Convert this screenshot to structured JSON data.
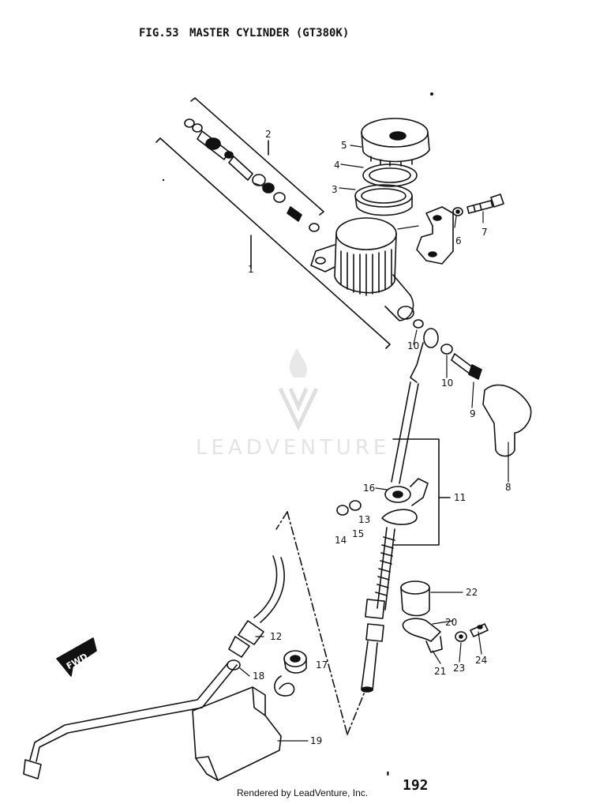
{
  "figure": {
    "number": "FIG.53",
    "title": "MASTER CYLINDER (GT380K)"
  },
  "watermark": {
    "text": "LEADVENTURE",
    "icon": "flame-v-logo-icon"
  },
  "direction_badge": "FWD",
  "callouts": {
    "c1": "1",
    "c2": "2",
    "c3": "3",
    "c4": "4",
    "c5": "5",
    "c6": "6",
    "c7": "7",
    "c8": "8",
    "c9": "9",
    "c10a": "10",
    "c10b": "10",
    "c11": "11",
    "c12": "12",
    "c13": "13",
    "c14": "14",
    "c15": "15",
    "c16": "16",
    "c17": "17",
    "c18": "18",
    "c19": "19",
    "c20": "20",
    "c21": "21",
    "c22": "22",
    "c23": "23",
    "c24": "24"
  },
  "footer": {
    "rendered_by": "Rendered by LeadVenture, Inc.",
    "mark": "'",
    "page_number": "192"
  },
  "colors": {
    "ink": "#111111",
    "paper": "#ffffff",
    "watermark": "#e2e2e2"
  }
}
